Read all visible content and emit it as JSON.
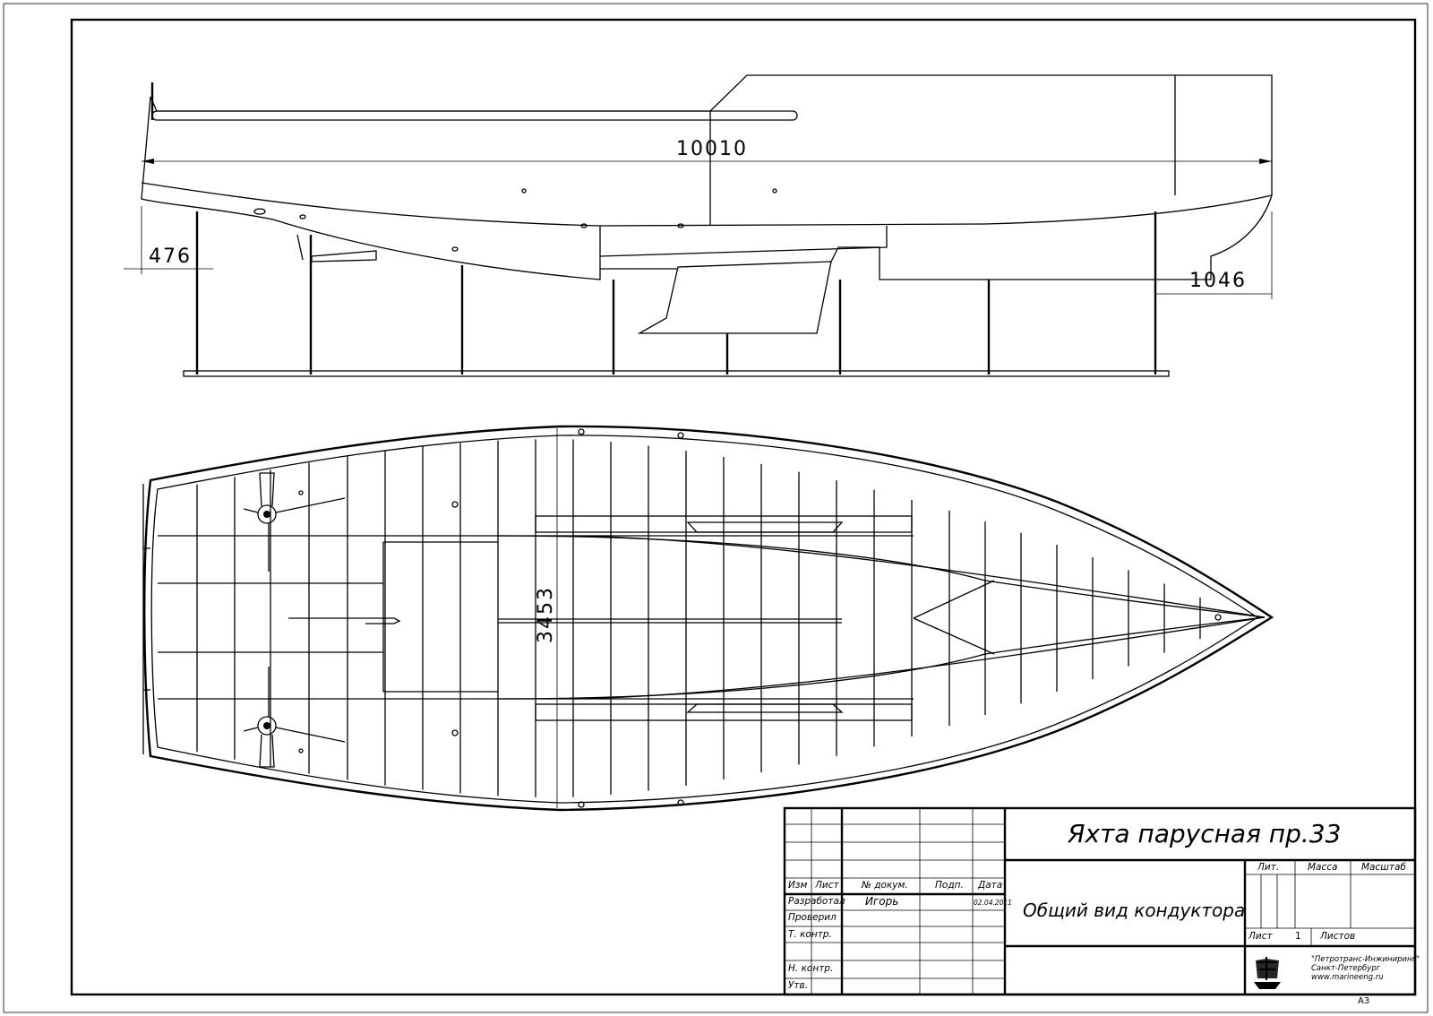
{
  "dimensions": {
    "overall_length": "10010",
    "bow_offset": "476",
    "stern_offset": "1046",
    "beam": "3453"
  },
  "title_block": {
    "title": "Яхта парусная пр.33",
    "subtitle": "Общий вид кондуктора",
    "headers": {
      "izm": "Изм",
      "list": "Лист",
      "doc_no": "№ докум.",
      "sign": "Подп.",
      "date": "Дата"
    },
    "roles": {
      "developed": "Разработал",
      "checked": "Проверил",
      "tech_control": "Т. контр.",
      "norm_control": "Н. контр.",
      "approved": "Утв."
    },
    "developer_name": "Игорь",
    "developer_date": "02.04.2011",
    "lit": "Лит.",
    "mass": "Масса",
    "scale": "Масштаб",
    "sheet": "Лист",
    "sheet_no": "1",
    "sheets": "Листов",
    "company": "\"Петротранс-Инжиниринг\"",
    "city": "Санкт-Петербург",
    "website": "www.marineeng.ru",
    "format": "А3"
  }
}
